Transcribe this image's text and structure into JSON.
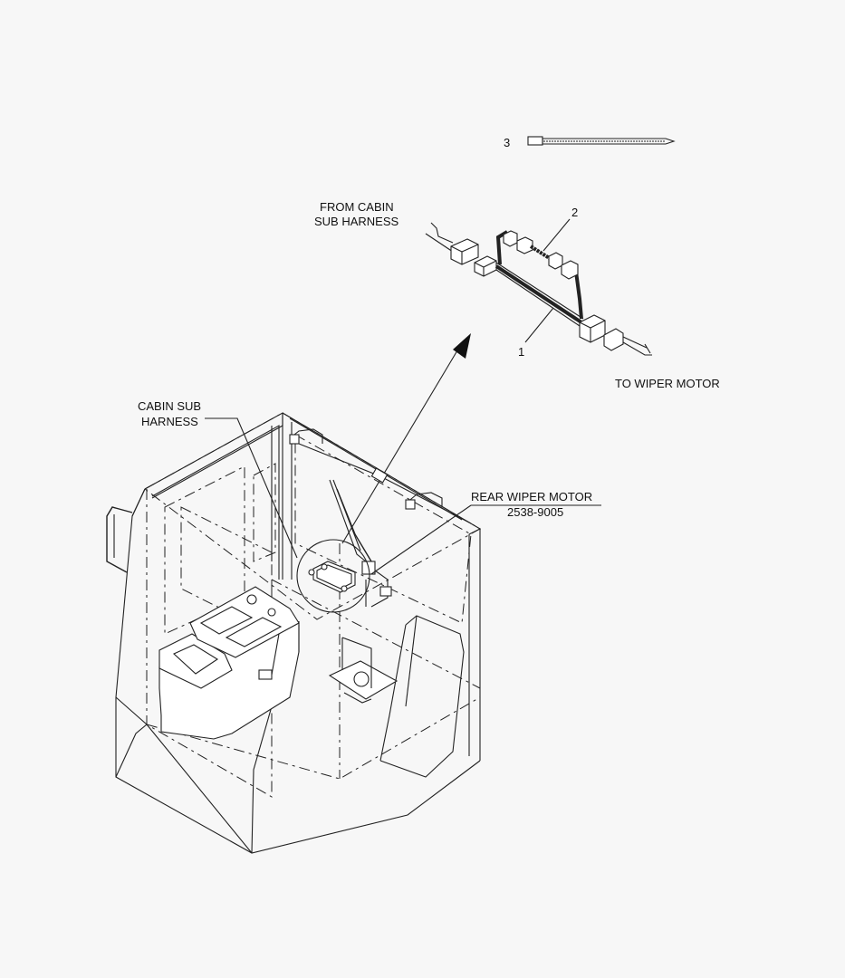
{
  "callouts": {
    "item_1": "1",
    "item_2": "2",
    "item_3": "3"
  },
  "labels": {
    "from_cabin_line1": "FROM CABIN",
    "from_cabin_line2": "SUB HARNESS",
    "to_wiper_motor": "TO WIPER MOTOR",
    "cabin_sub_line1": "CABIN SUB",
    "cabin_sub_line2": "HARNESS",
    "rear_wiper_motor": "REAR WIPER MOTOR",
    "rear_wiper_part_no": "2538-9005"
  }
}
